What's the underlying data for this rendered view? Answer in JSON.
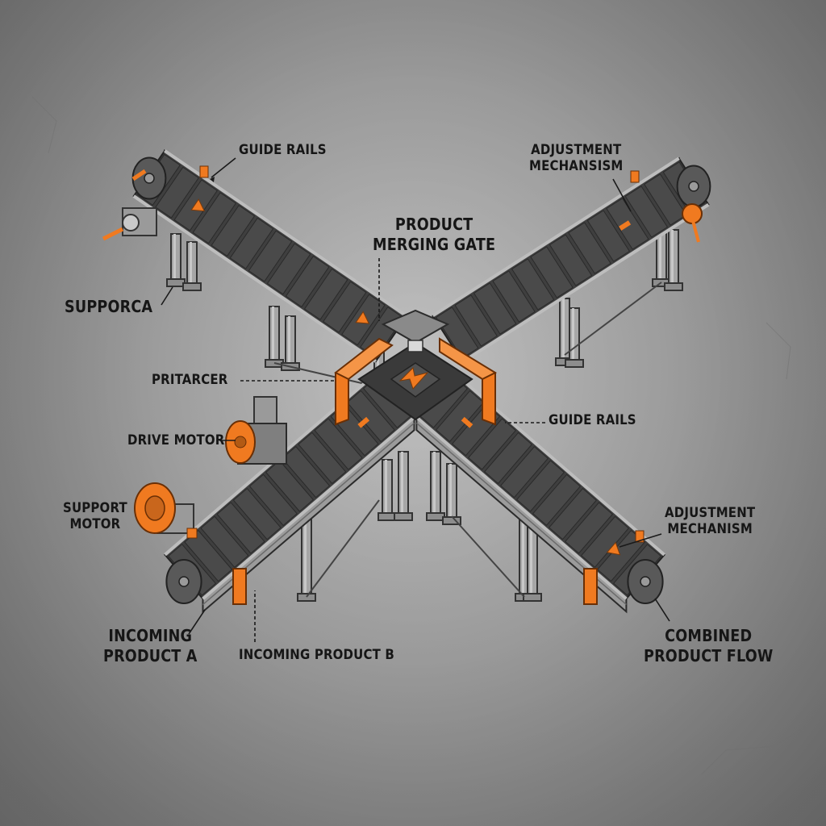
{
  "labels": {
    "guide_rails_top": "GUIDE RAILS",
    "adjustment_top_line1": "ADJUSTMENT",
    "adjustment_top_line2": "MECHANSISM",
    "merging_gate_line1": "PRODUCT",
    "merging_gate_line2": "MERGING GATE",
    "supporca": "SUPPORCA",
    "pritarcer": "PRITARCER",
    "drive_motor": "DRIVE MOTOR",
    "guide_rails_right": "GUIDE RAILS",
    "support_motor_line1": "SUPPORT",
    "support_motor_line2": "MOTOR",
    "adjustment_bottom_line1": "ADJUSTMENT",
    "adjustment_bottom_line2": "MECHANISM",
    "incoming_a_line1": "INCOMING",
    "incoming_a_line2": "PRODUCT A",
    "incoming_b": "INCOMING PRODUCT B",
    "combined_line1": "COMBINED",
    "combined_line2": "PRODUCT FLOW"
  },
  "colors": {
    "accent_orange": "#f07a20",
    "belt_dark": "#4a4a4a",
    "frame_grey": "#9b9b9b",
    "background": "#a9a9a9",
    "text": "#161616"
  }
}
